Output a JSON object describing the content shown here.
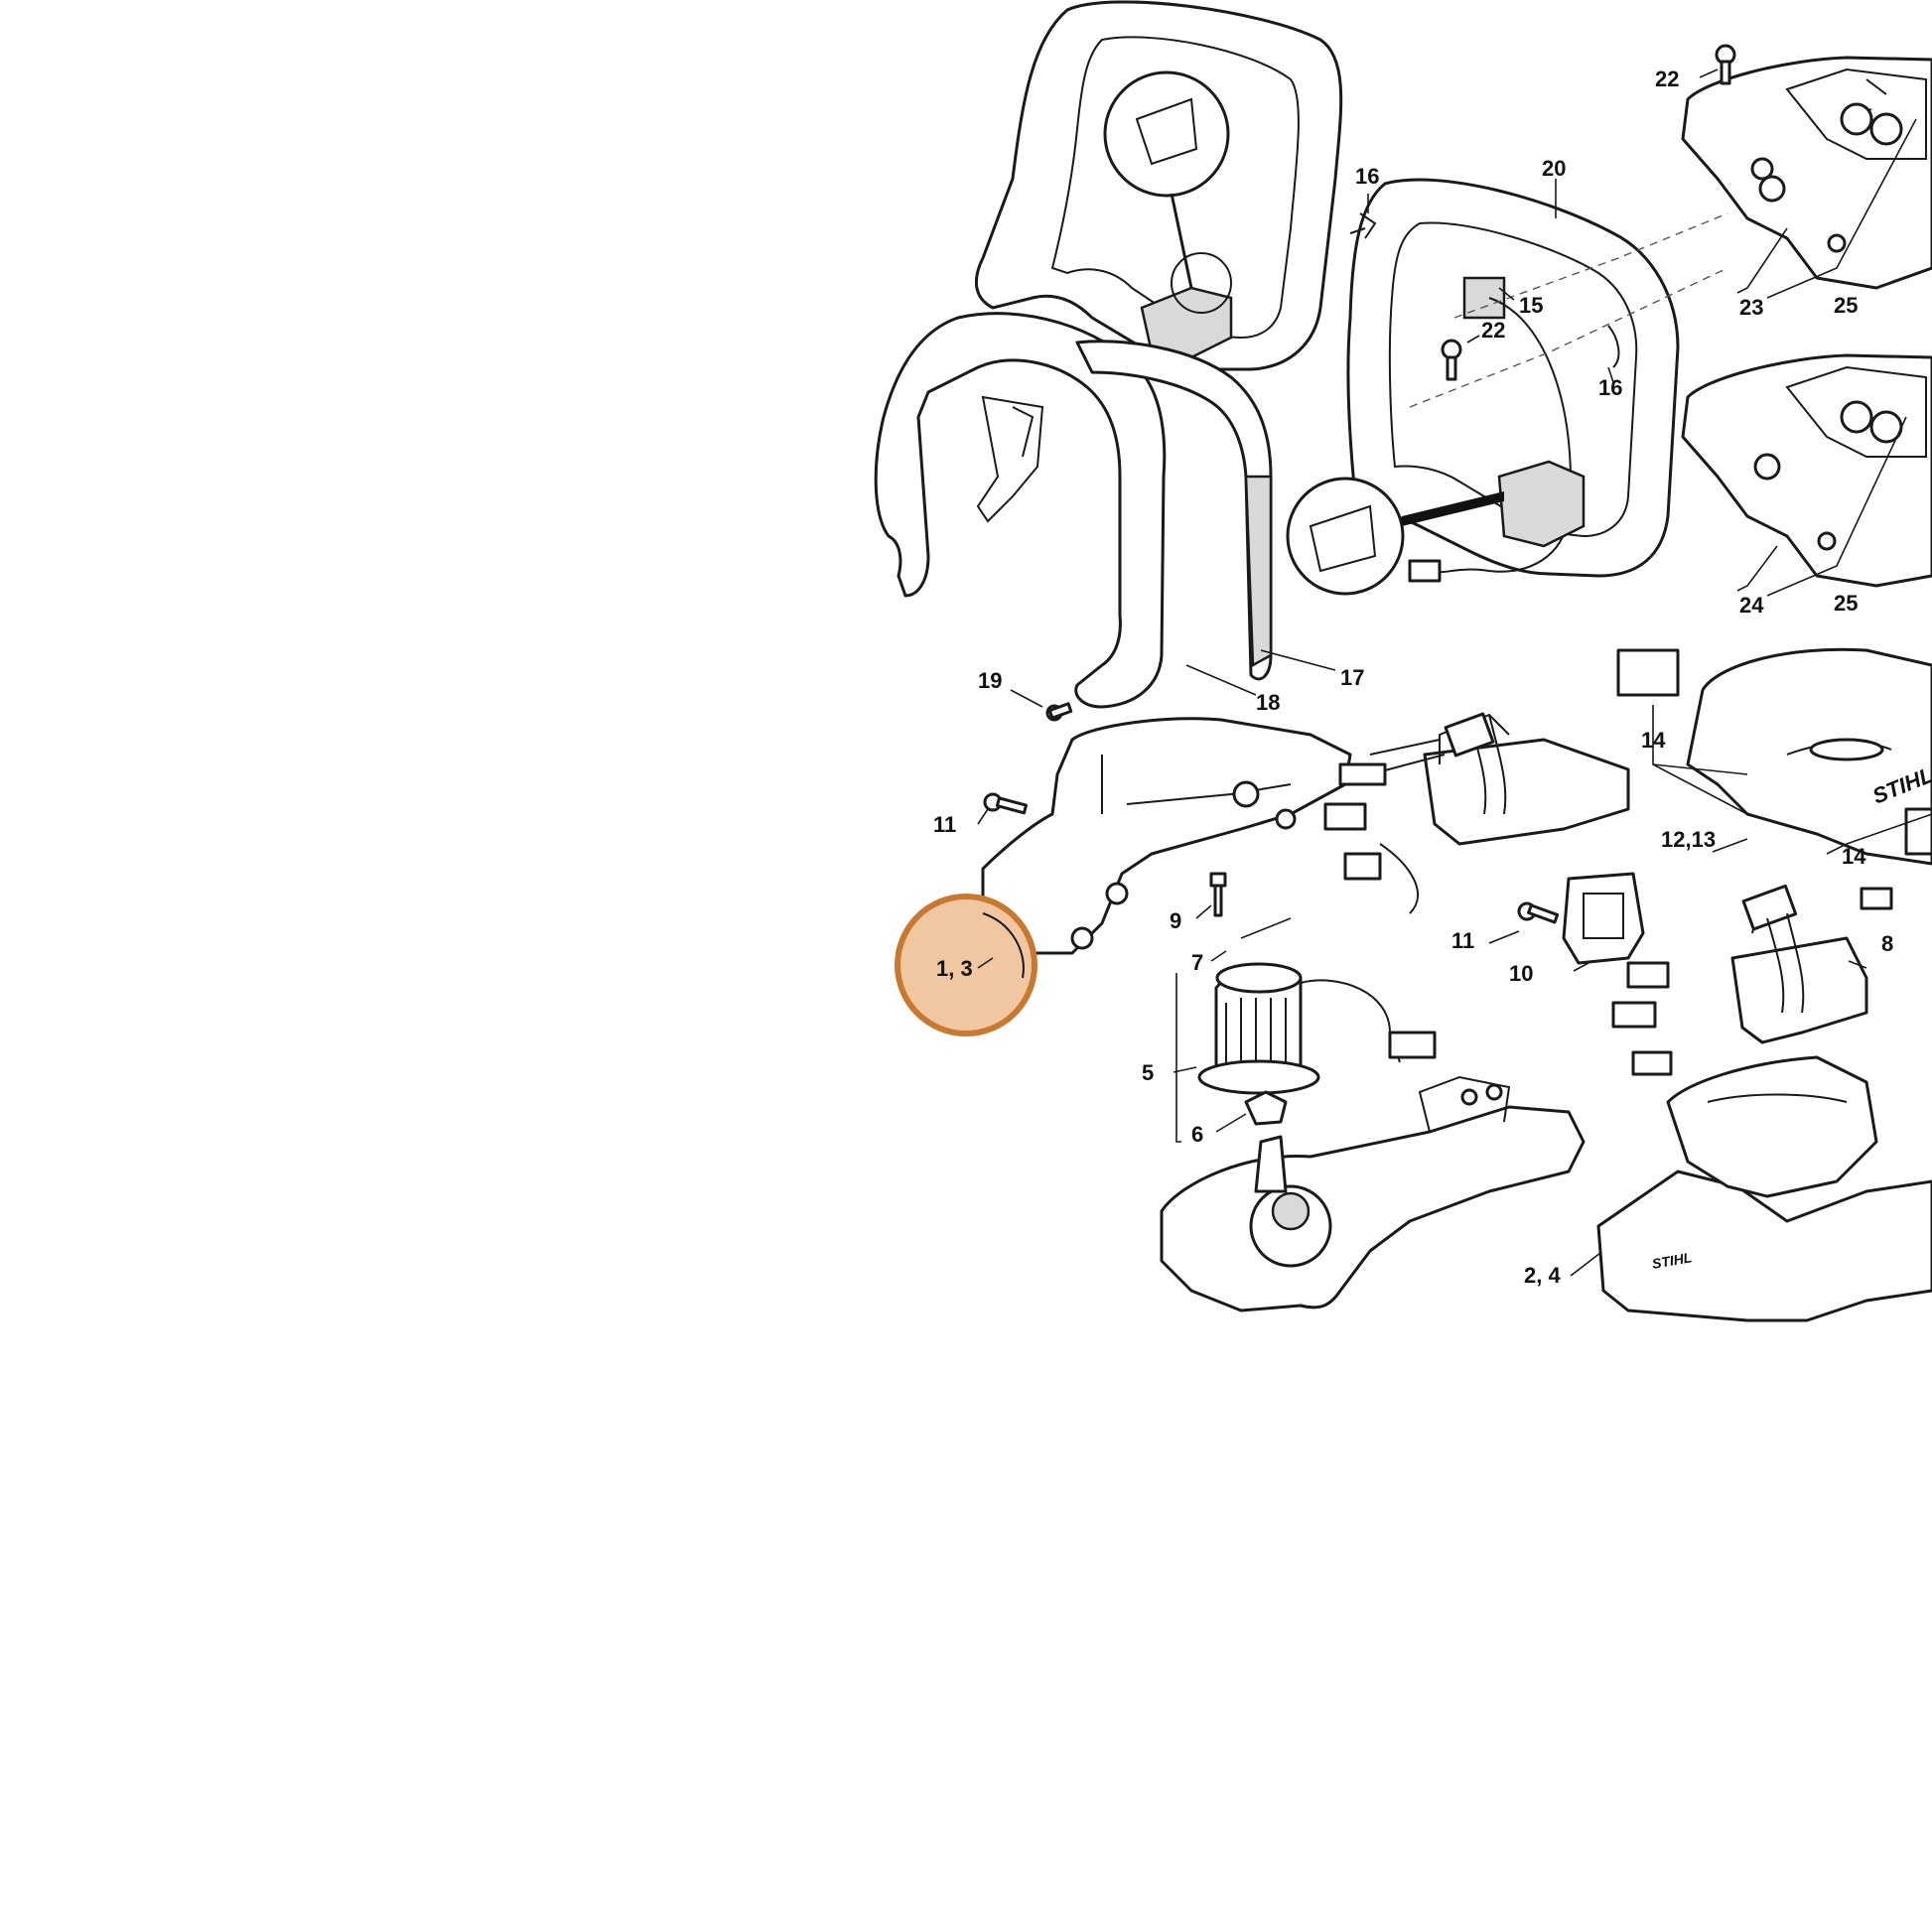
{
  "highlight": {
    "label": "1, 3",
    "fill": "#f0c7a0",
    "stroke": "#c8782f"
  },
  "callouts": [
    {
      "id": "c16a",
      "label": "16"
    },
    {
      "id": "c20",
      "label": "20"
    },
    {
      "id": "c22a",
      "label": "22"
    },
    {
      "id": "c15",
      "label": "15"
    },
    {
      "id": "c22b",
      "label": "22"
    },
    {
      "id": "c16b",
      "label": "16"
    },
    {
      "id": "c23",
      "label": "23"
    },
    {
      "id": "c25a",
      "label": "25"
    },
    {
      "id": "c24",
      "label": "24"
    },
    {
      "id": "c25b",
      "label": "25"
    },
    {
      "id": "c17",
      "label": "17"
    },
    {
      "id": "c18",
      "label": "18"
    },
    {
      "id": "c19",
      "label": "19"
    },
    {
      "id": "c14a",
      "label": "14"
    },
    {
      "id": "c1213",
      "label": "12,13"
    },
    {
      "id": "c14b",
      "label": "14"
    },
    {
      "id": "c11a",
      "label": "11"
    },
    {
      "id": "c9",
      "label": "9"
    },
    {
      "id": "c11b",
      "label": "11"
    },
    {
      "id": "c7",
      "label": "7"
    },
    {
      "id": "c10",
      "label": "10"
    },
    {
      "id": "c8",
      "label": "8"
    },
    {
      "id": "c5",
      "label": "5"
    },
    {
      "id": "c6",
      "label": "6"
    },
    {
      "id": "c24b",
      "label": "2, 4"
    }
  ],
  "brand_text": "STIHL"
}
